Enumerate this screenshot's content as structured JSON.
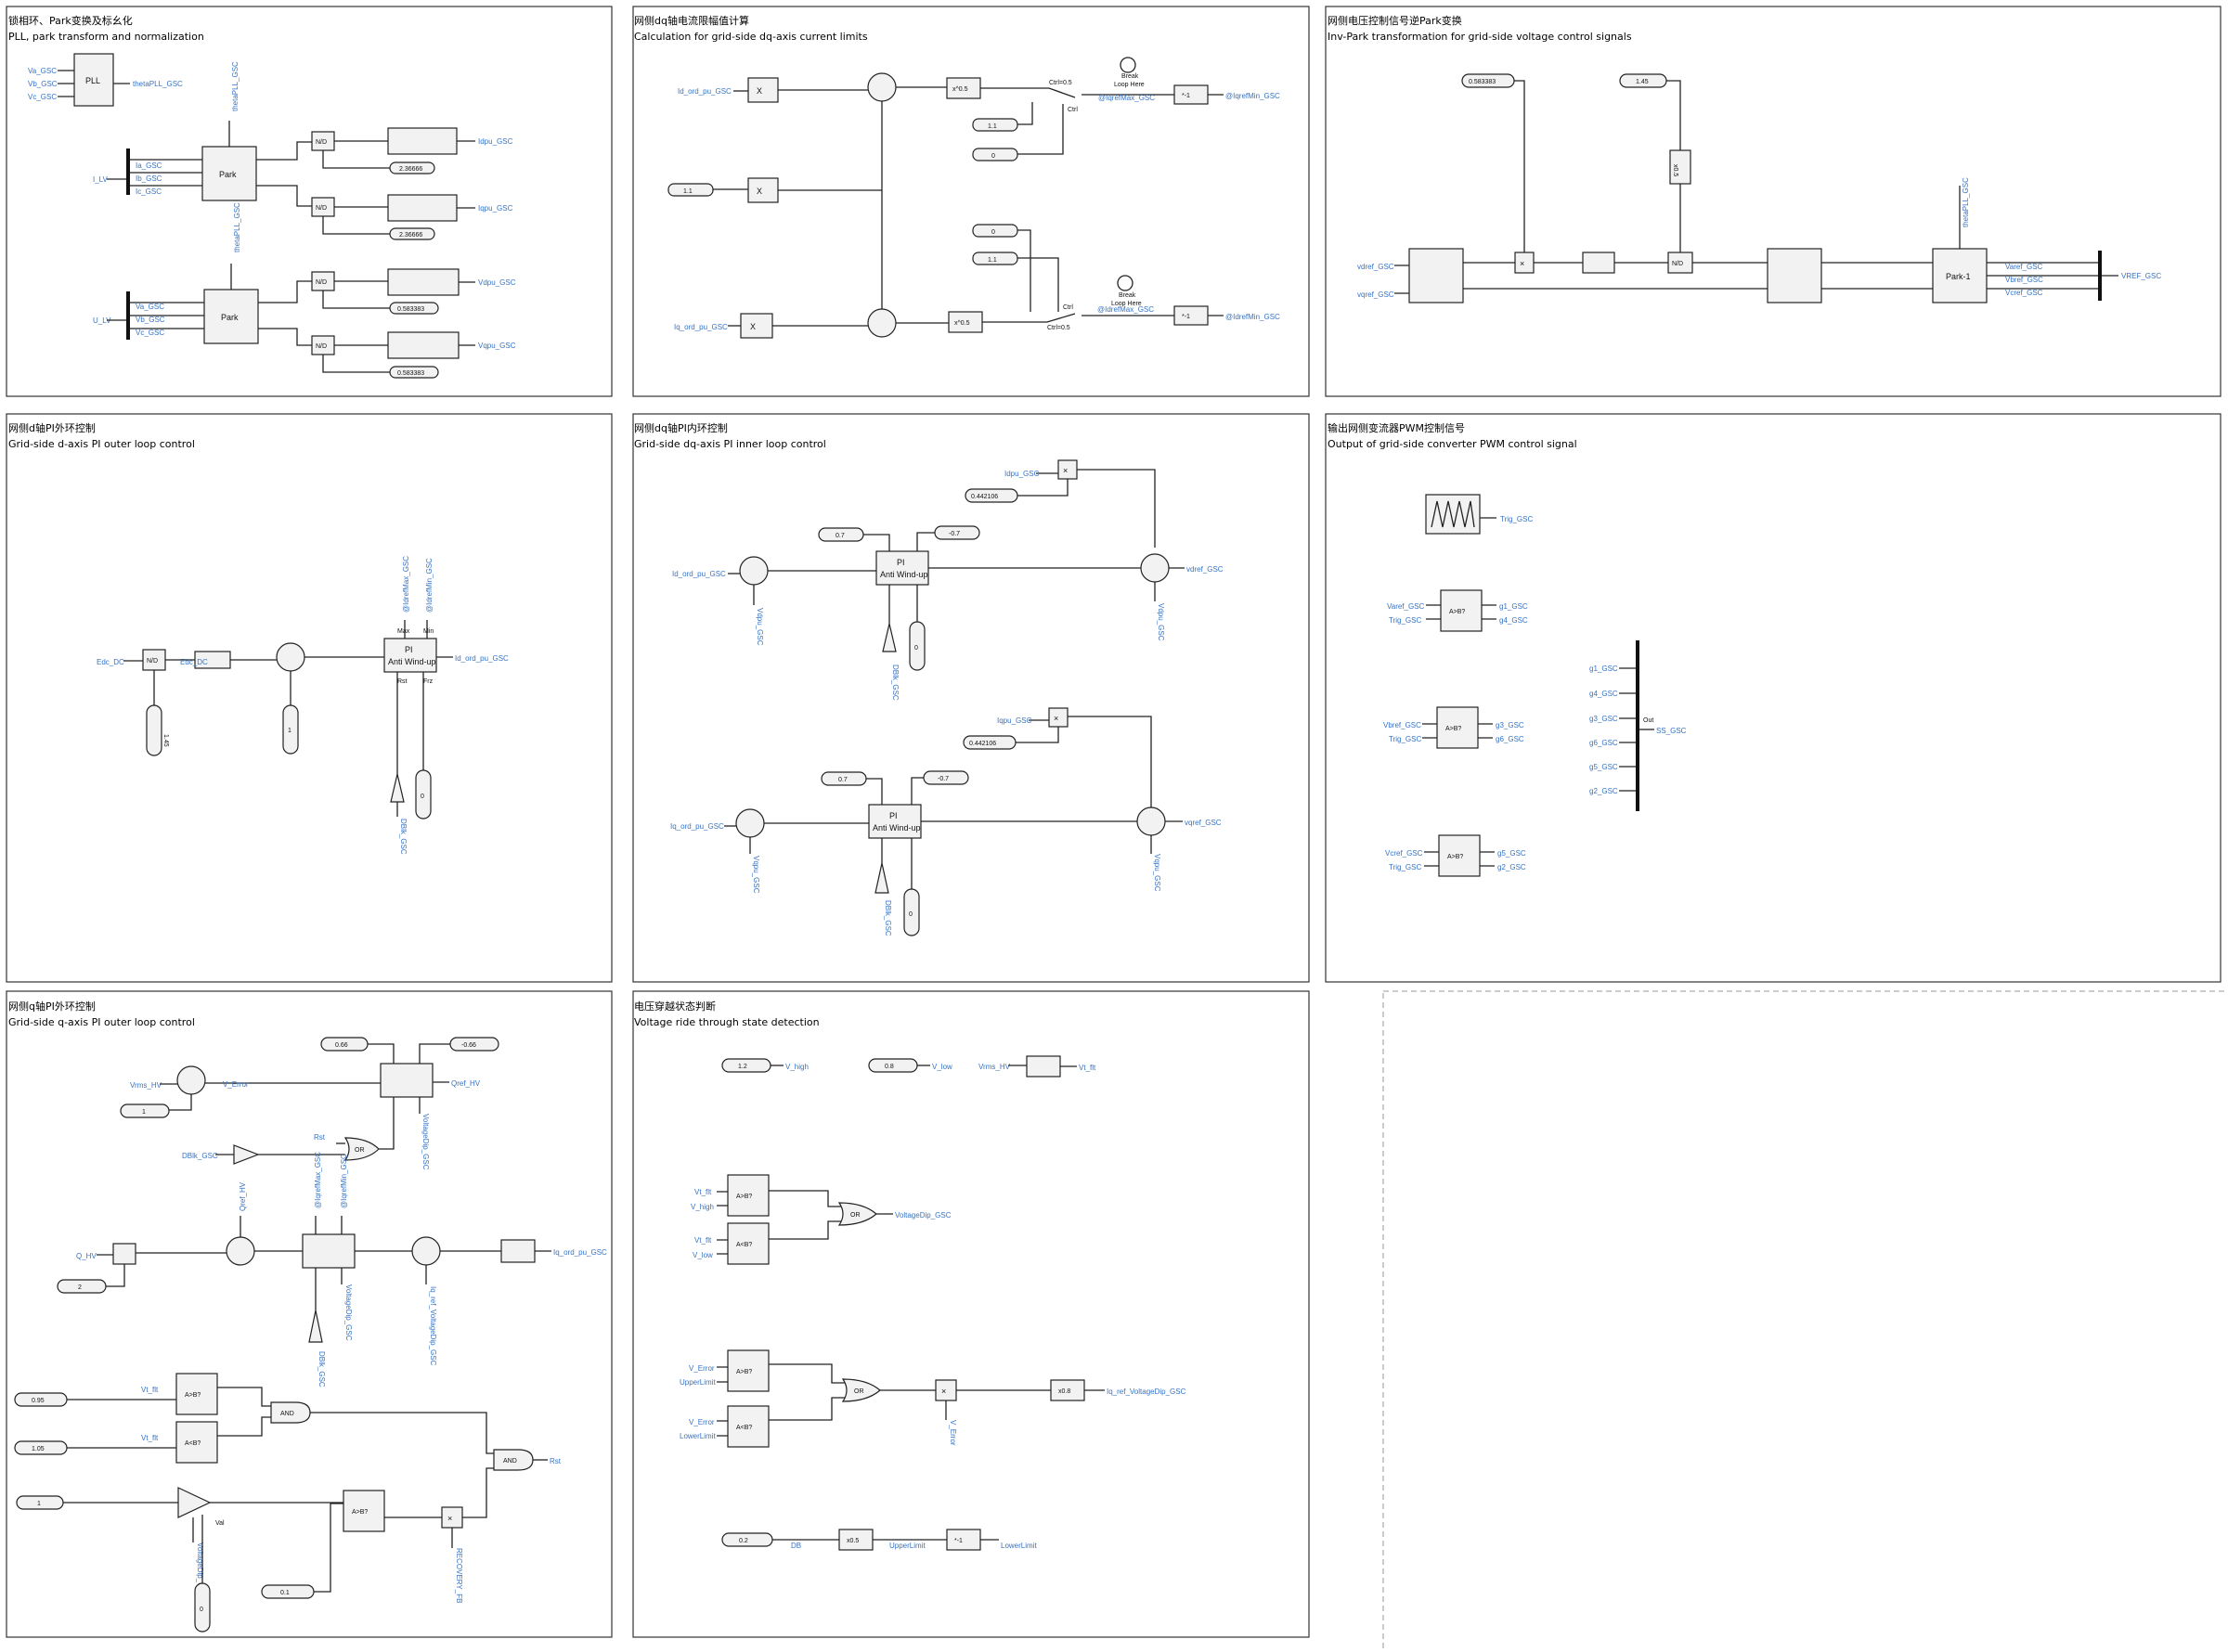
{
  "panels": [
    {
      "cn": "锁相环、Park变换及标幺化",
      "en": "PLL, park transform and normalization"
    },
    {
      "cn": "网侧dq轴电流限幅值计算",
      "en": "Calculation for grid-side dq-axis current limits"
    },
    {
      "cn": "网侧电压控制信号逆Park变换",
      "en": "Inv-Park transformation for grid-side voltage control signals"
    },
    {
      "cn": "网侧d轴PI外环控制",
      "en": "Grid-side d-axis PI outer loop control"
    },
    {
      "cn": "网侧dq轴PI内环控制",
      "en": "Grid-side dq-axis PI inner loop control"
    },
    {
      "cn": "输出网侧变流器PWM控制信号",
      "en": "Output of grid-side converter PWM control signal"
    },
    {
      "cn": "网侧q轴PI外环控制",
      "en": "Grid-side q-axis PI outer loop control"
    },
    {
      "cn": "电压穿越状态判断",
      "en": "Voltage ride through state detection"
    }
  ],
  "p1": {
    "inputs": [
      "Va_GSC",
      "Vb_GSC",
      "Vc_GSC"
    ],
    "pll": "PLL",
    "theta_out": "thetaPLL_GSC",
    "theta_vert": "thetaPLL_GSC",
    "bus1": "I_LV",
    "bus2": "U_LV",
    "bus1_outs": [
      "Ia_GSC",
      "Ib_GSC",
      "Ic_GSC"
    ],
    "bus2_outs": [
      "Va_GSC",
      "Vb_GSC",
      "Vc_GSC"
    ],
    "park": "Park",
    "nd": "N/D",
    "base_i": "2.36666",
    "base_v": "0.583383",
    "outs": [
      "Idpu_GSC",
      "Iqpu_GSC",
      "Vdpu_GSC",
      "Vqpu_GSC"
    ]
  },
  "p2": {
    "in_d": "Id_ord_pu_GSC",
    "in_q": "Iq_ord_pu_GSC",
    "const": "1.1",
    "sq": "X",
    "pw": "x^0.5",
    "c11": "1.1",
    "c0": "0",
    "ctrl1": "Ctrl=0.5",
    "ctrl2": "Ctrl=0.5",
    "ctrl": "Ctrl",
    "break": "Break",
    "loop": "Loop Here",
    "mid1": "@IqrefMax_GSC",
    "mid2": "@IdrefMax_GSC",
    "neg": "*-1",
    "out1": "@IqrefMin_GSC",
    "out2": "@IdrefMin_GSC"
  },
  "p3": {
    "c1": "0.583383",
    "c2": "1.45",
    "div": "x0.5",
    "nd": "N/D",
    "in_d": "vdref_GSC",
    "in_q": "vqref_GSC",
    "theta": "thetaPLL_GSC",
    "park": "Park-1",
    "outs": [
      "Varef_GSC",
      "Vbref_GSC",
      "Vcref_GSC"
    ],
    "bus": "VREF_GSC"
  },
  "p4": {
    "in": "Edc_DC",
    "base": "1.45",
    "ref": "1",
    "nd": "N/D",
    "lim_max": "@IdrefMax_GSC",
    "lim_min": "@IdrefMin_GSC",
    "pi1": "PI",
    "pi2": "Anti Wind-up",
    "out": "Id_ord_pu_GSC",
    "blk": "DBlk_GSC",
    "zero": "0",
    "rst": "Rst",
    "frz": "Frz",
    "max": "Max",
    "min": "Min",
    "edc": "Edc_DC"
  },
  "p5": {
    "d_ref": "Id_ord_pu_GSC",
    "d_fb": "Idpu_GSC",
    "q_ref": "Iq_ord_pu_GSC",
    "q_fb": "Iqpu_GSC",
    "k": "0.442106",
    "max": "0.7",
    "min": "-0.7",
    "idpu": "Idpu_GSC",
    "iqpu": "Iqpu_GSC",
    "vd": "Vdpu_GSC",
    "vq": "Vqpu_GSC",
    "out_d": "vdref_GSC",
    "out_q": "vqref_GSC",
    "blk": "DBlk_GSC",
    "zero": "0",
    "pi1": "PI",
    "pi2": "Anti Wind-up"
  },
  "p6": {
    "tri": "Trig_GSC",
    "ab": "A>B?",
    "in1": [
      "Varef_GSC",
      "Trig_GSC"
    ],
    "in2": [
      "Vbref_GSC",
      "Trig_GSC"
    ],
    "in3": [
      "Vcref_GSC",
      "Trig_GSC"
    ],
    "o1": [
      "g1_GSC",
      "g4_GSC"
    ],
    "o2": [
      "g3_GSC",
      "g6_GSC"
    ],
    "o3": [
      "g5_GSC",
      "g2_GSC"
    ],
    "bus_in": [
      "g1_GSC",
      "g4_GSC",
      "g3_GSC",
      "g6_GSC",
      "g5_GSC",
      "g2_GSC"
    ],
    "bus_out": "Out",
    "sig": "SS_GSC"
  },
  "p7": {
    "in": "Vrms_HV",
    "ref": "1",
    "err": "V_Error",
    "max": "0.66",
    "min": "-0.66",
    "qref": "Qref_HV",
    "blk": "DBlk_GSC",
    "rst": "Rst",
    "or": "OR",
    "vdip": "VoltageDip_GSC",
    "q_hv": "Q_HV",
    "two": "2",
    "lim_max": "@IqrefMax_GSC",
    "lim_min": "@IqrefMin_GSC",
    "out": "Iq_ord_pu_GSC",
    "iqref": "Iq_ref_VoltageDip_GSC",
    "c095": "0.95",
    "c105": "1.05",
    "vt": "Vt_flt",
    "and": "AND",
    "one": "1",
    "zero": "0",
    "c01": "0.1",
    "ab": "A>B?",
    "alb": "A<B?",
    "val": "Val",
    "rst2": "Rst",
    "dip_hold": "VoltageDip_GSC",
    "recov": "RECOVERY_FB"
  },
  "p8": {
    "vhigh": "1.2",
    "vhigh_l": "V_high",
    "vlow": "0.8",
    "vlow_l": "V_low",
    "vrms": "Vrms_HV",
    "vt": "Vt_flt",
    "or": "OR",
    "dip": "VoltageDip_GSC",
    "err": "V_Error",
    "ul": "UpperLimit",
    "ll": "LowerLimit",
    "g": "x0.8",
    "iqref": "Iq_ref_VoltageDip_GSC",
    "db": "0.2",
    "db_l": "DB",
    "half": "x0.5",
    "neg": "*-1",
    "ab": "A>B?",
    "alb": "A<B?"
  }
}
